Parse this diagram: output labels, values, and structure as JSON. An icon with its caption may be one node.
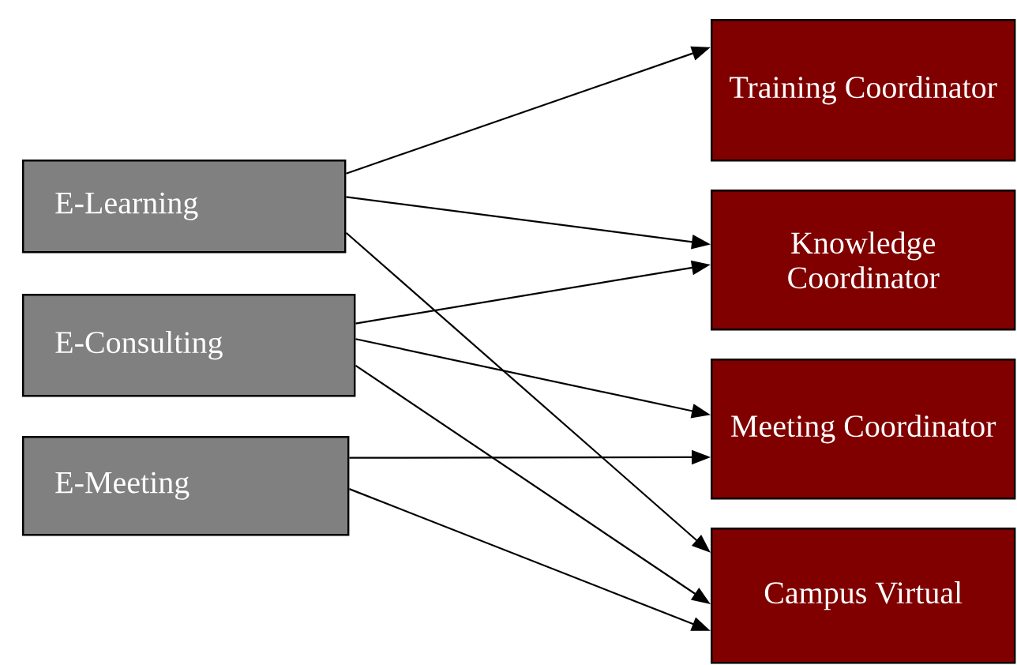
{
  "diagram": {
    "nodes": [
      {
        "text": [
          "E-Learning"
        ]
      },
      {
        "text": [
          "E-Consulting"
        ]
      },
      {
        "text": [
          "E-Meeting"
        ]
      },
      {
        "text": [
          "Training Coordinator"
        ]
      },
      {
        "text": [
          "Knowledge Coordinator"
        ]
      },
      {
        "text": [
          "Meeting Coordinator"
        ]
      },
      {
        "text": [
          "Campus Virtual"
        ]
      }
    ],
    "edges": [
      {
        "from": 0,
        "to": 3,
        "arrow": "to"
      },
      {
        "from": 0,
        "to": 4,
        "arrow": "to"
      },
      {
        "from": 0,
        "to": 6,
        "arrow": "to"
      },
      {
        "from": 1,
        "to": 4,
        "arrow": "to"
      },
      {
        "from": 1,
        "to": 5,
        "arrow": "to"
      },
      {
        "from": 1,
        "to": 6,
        "arrow": "to"
      },
      {
        "from": 2,
        "to": 5,
        "arrow": "to"
      },
      {
        "from": 2,
        "to": 6,
        "arrow": "to"
      }
    ]
  }
}
